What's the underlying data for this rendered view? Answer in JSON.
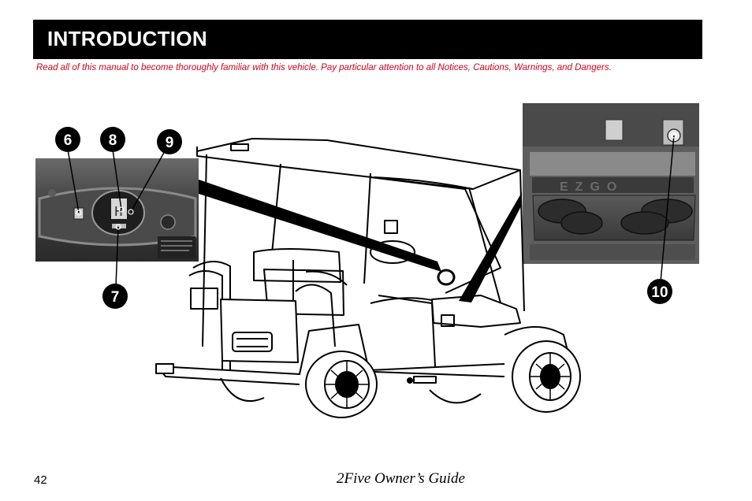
{
  "header": {
    "title": "INTRODUCTION"
  },
  "notice": "Read all of this manual to become thoroughly familiar with this vehicle. Pay particular attention to all Notices, Cautions, Warnings, and Dangers.",
  "callouts": [
    "6",
    "8",
    "9",
    "7",
    "10"
  ],
  "cupholder_logo": "EZGO",
  "footer": {
    "page_number": "42",
    "title": "2Five Owner’s Guide"
  },
  "colors": {
    "header_bg": "#000000",
    "header_text": "#ffffff",
    "notice_text": "#d0021b"
  }
}
